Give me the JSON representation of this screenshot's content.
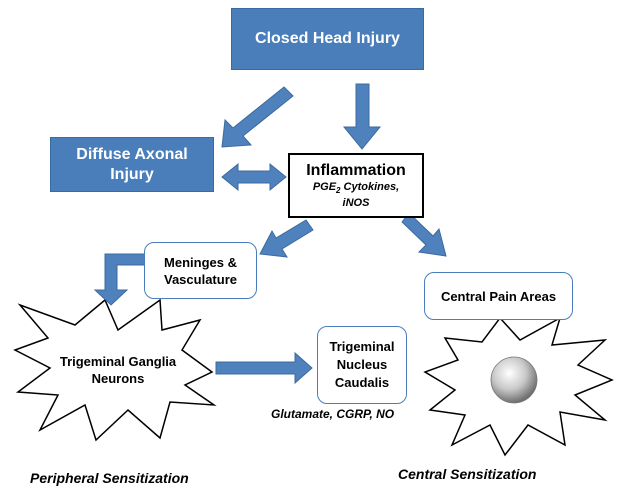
{
  "nodes": {
    "closed_head_injury": "Closed Head Injury",
    "diffuse_axonal_injury": "Diffuse Axonal Injury",
    "inflammation": {
      "title": "Inflammation",
      "mediators_main": "PGE",
      "mediators_sub": "2",
      "mediators_rest": " Cytokines,",
      "mediators_line2": "iNOS"
    },
    "meninges": "Meninges & Vasculature",
    "central_pain_areas": "Central Pain Areas",
    "trigeminal_ganglia": "Trigeminal Ganglia Neurons",
    "trigeminal_nucleus": "Trigeminal Nucleus Caudalis"
  },
  "labels": {
    "neurotransmitters": "Glutamate, CGRP, NO",
    "peripheral": "Peripheral Sensitization",
    "central": "Central Sensitization"
  },
  "colors": {
    "box_blue": "#4a7ebb",
    "arrow_blue": "#4f81bd"
  }
}
